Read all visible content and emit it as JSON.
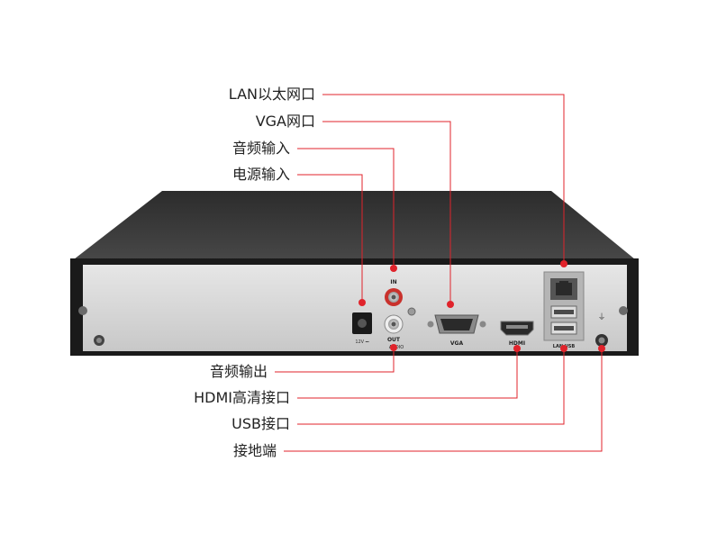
{
  "callouts": {
    "lan": "LAN以太网口",
    "vga": "VGA网口",
    "audio_in": "音频输入",
    "power_in": "电源输入",
    "audio_out": "音频输出",
    "hdmi": "HDMI高清接口",
    "usb": "USB接口",
    "ground": "接地端"
  },
  "panel_text": {
    "in": "IN",
    "out": "OUT",
    "audio": "AUDIO",
    "power": "12V ⎓",
    "vga": "VGA",
    "hdmi": "HDMI",
    "lan_usb": "LAN  USB"
  },
  "colors": {
    "leader": "#e0232b",
    "chassis_top": "#3a3a3a",
    "panel": "#d9d9d9"
  }
}
